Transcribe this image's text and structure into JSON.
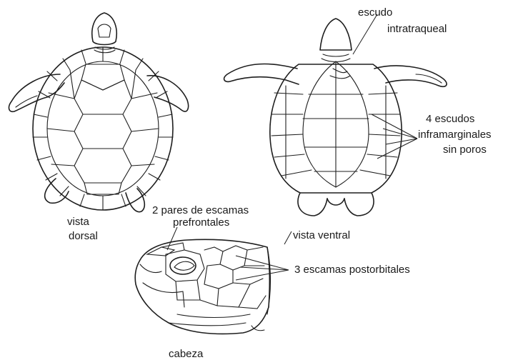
{
  "labels": {
    "escudo": "escudo",
    "intratraqueal": "intratraqueal",
    "cuatro_escudos": "4 escudos",
    "inframarginales": "inframarginales",
    "sin_poros": "sin poros",
    "vista": "vista",
    "dorsal": "dorsal",
    "pares_line1": "2 pares de escamas",
    "pares_line2": "prefrontales",
    "vista_ventral": "vista ventral",
    "postorbitales": "3 escamas postorbitales",
    "cabeza": "cabeza"
  }
}
